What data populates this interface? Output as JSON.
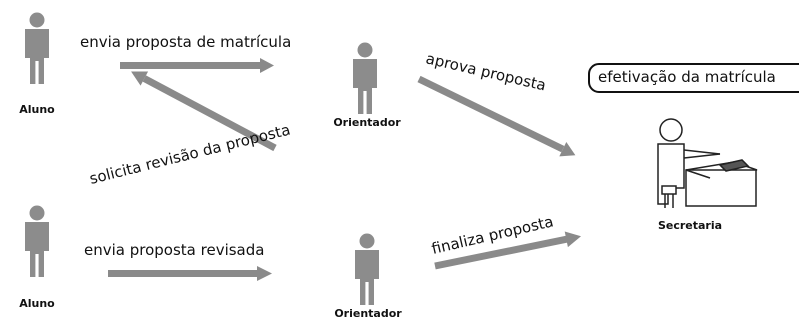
{
  "actors": {
    "aluno_top": "Aluno",
    "orientador_top": "Orientador",
    "aluno_bottom": "Aluno",
    "orientador_bottom": "Orientador",
    "secretaria": "Secretaria"
  },
  "arrows": {
    "envia_proposta": "envia proposta de matrícula",
    "aprova_proposta": "aprova proposta",
    "solicita_revisao": "solicita revisão da proposta",
    "envia_revisada": "envia proposta revisada",
    "finaliza_proposta": "finaliza proposta"
  },
  "box": {
    "efetivacao": "efetivação da matrícula"
  },
  "colors": {
    "figure": "#8c8c8c",
    "arrow": "#8a8a8a",
    "text": "#111111",
    "box_border": "#111111"
  }
}
